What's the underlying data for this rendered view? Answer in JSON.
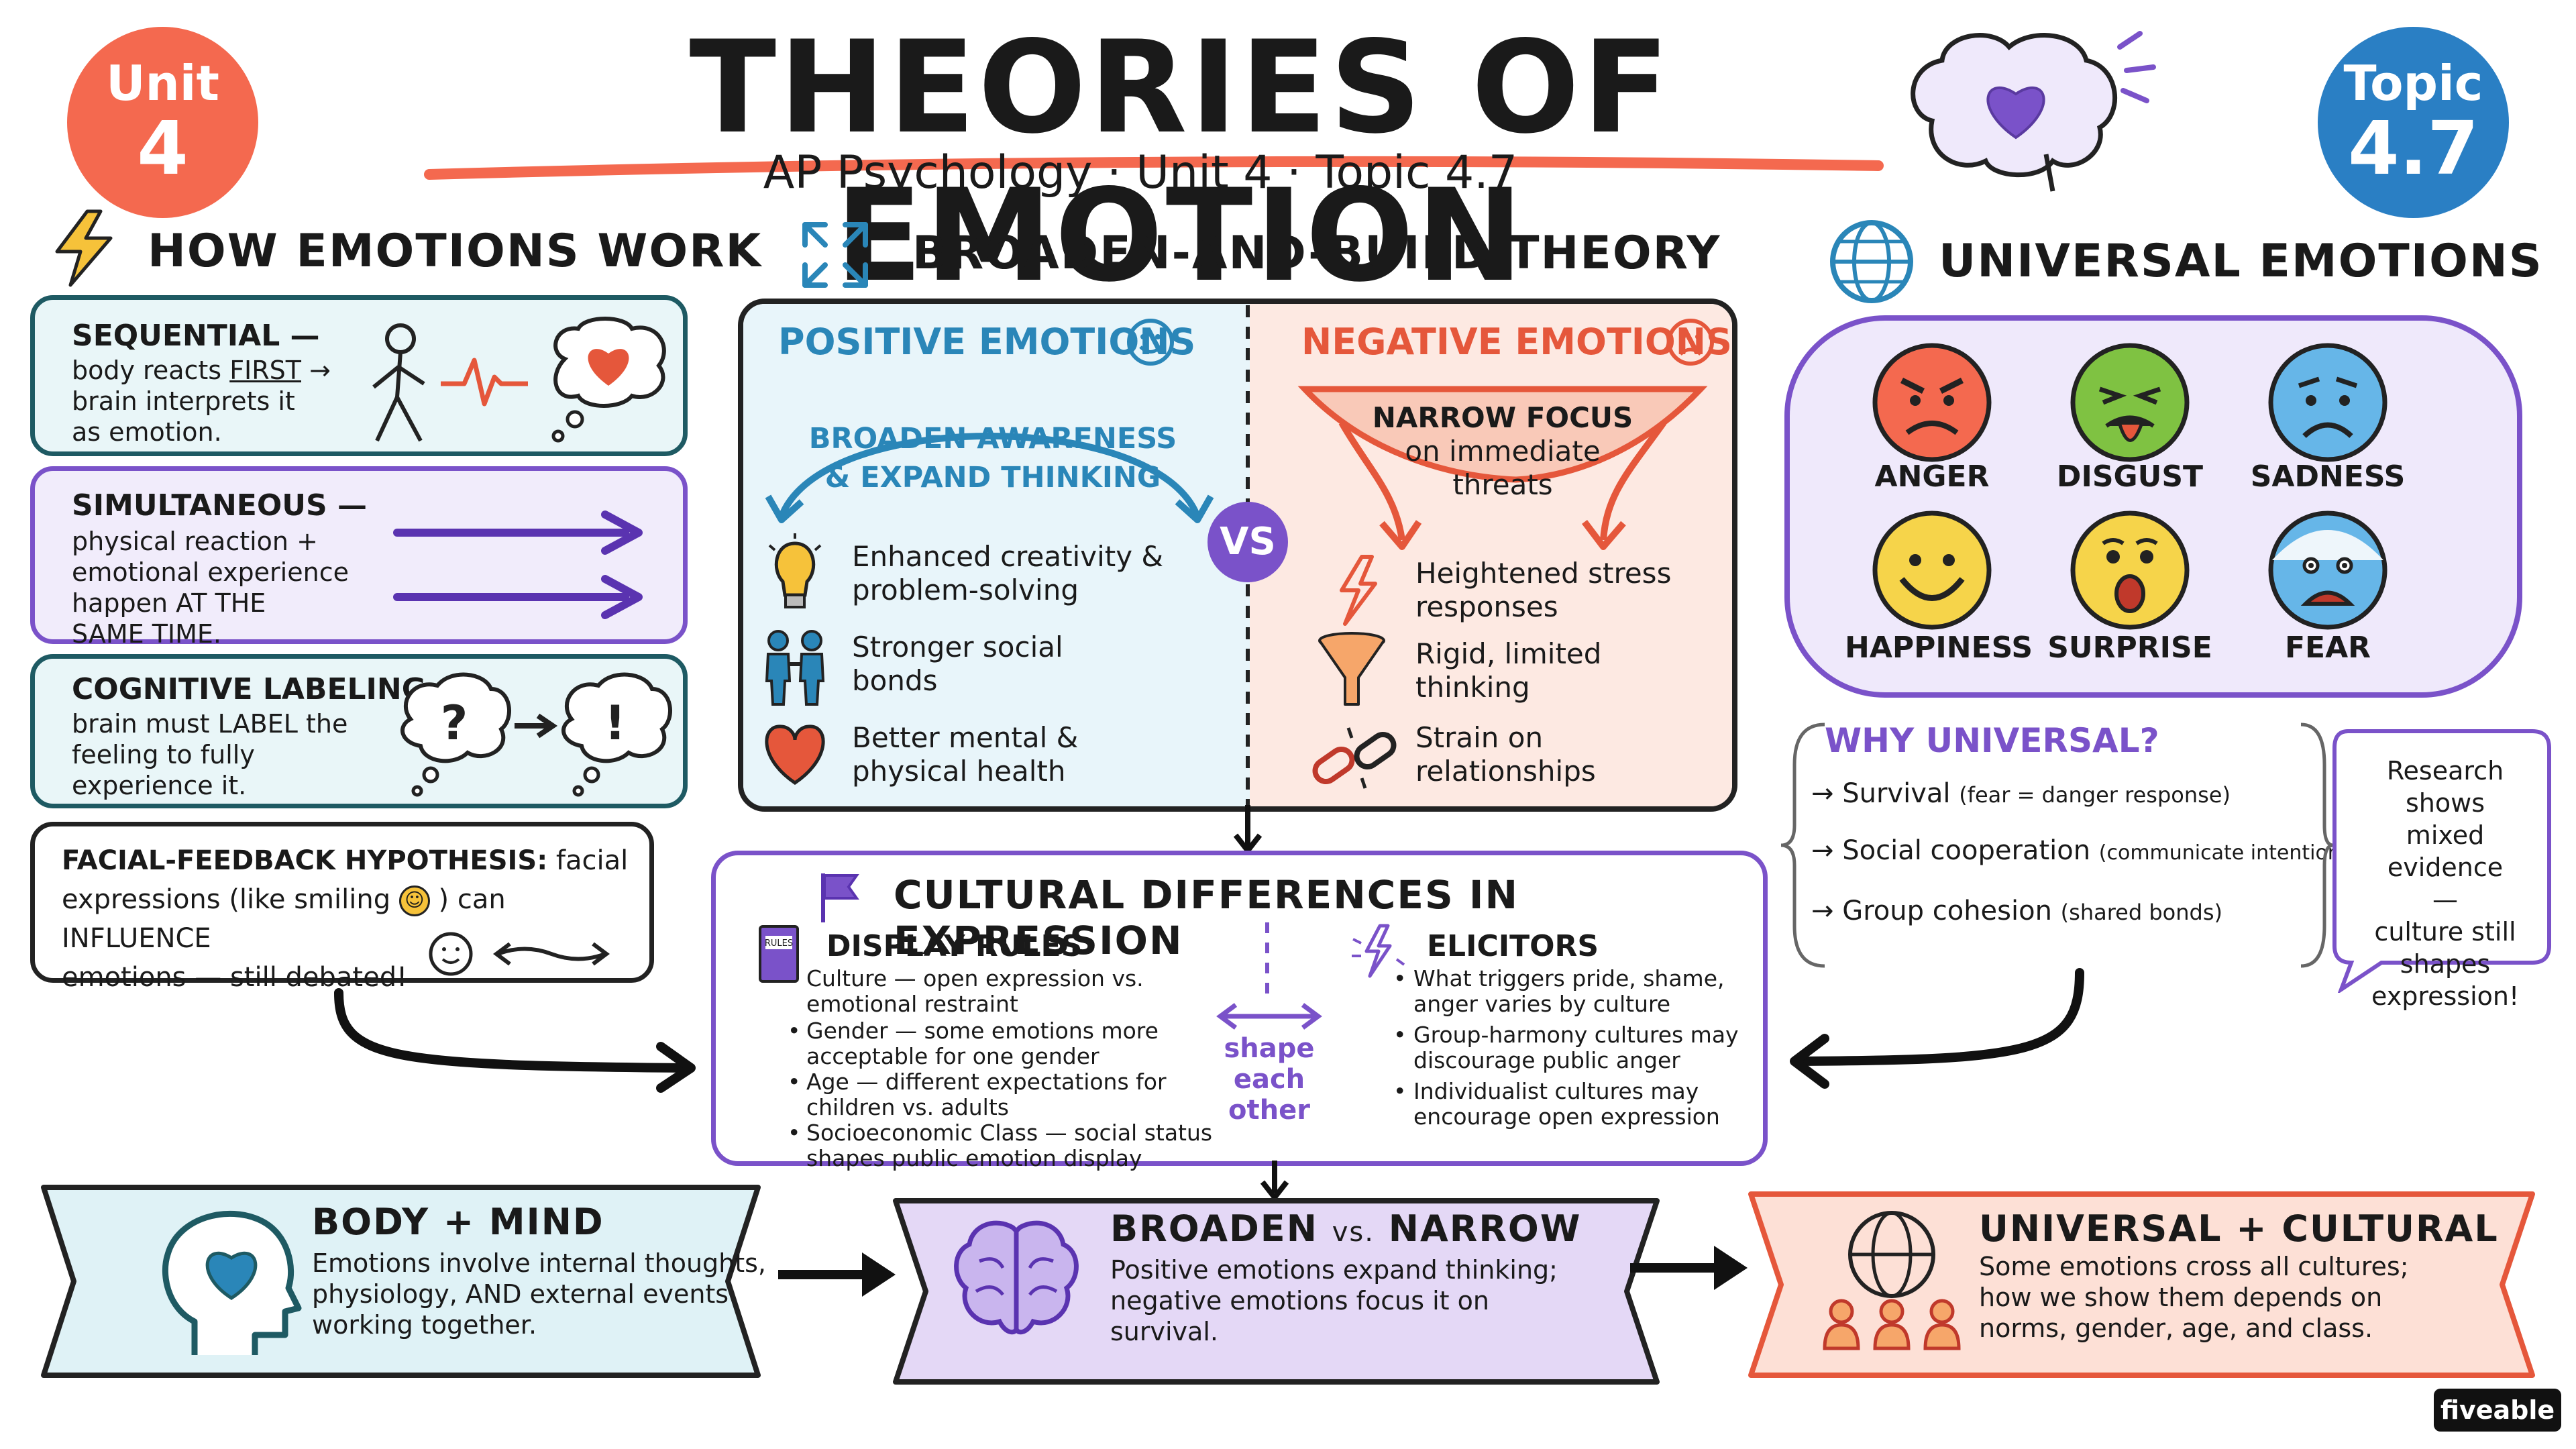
{
  "header": {
    "unit_badge": {
      "line1": "Unit",
      "line2": "4",
      "color": "#f4694f"
    },
    "topic_badge": {
      "line1": "Topic",
      "line2": "4.7",
      "color": "#2a7fc4"
    },
    "title": "THEORIES OF EMOTION",
    "subtitle": "AP Psychology · Unit 4 · Topic 4.7"
  },
  "how_emotions": {
    "heading": "HOW EMOTIONS WORK",
    "sequential": {
      "title": "SEQUENTIAL —",
      "text_a": "body reacts ",
      "text_first": "FIRST",
      "text_b": " →",
      "text_c": "brain interprets it",
      "text_d": "as emotion."
    },
    "simultaneous": {
      "title": "SIMULTANEOUS —",
      "lines": [
        "physical reaction +",
        "emotional experience",
        "happen AT THE",
        "SAME TIME."
      ]
    },
    "cognitive": {
      "title": "COGNITIVE LABELING —",
      "lines": [
        "brain must LABEL the",
        "feeling to fully",
        "experience it."
      ]
    },
    "facial": {
      "title": "FACIAL-FEEDBACK HYPOTHESIS:",
      "title_rest": " facial",
      "line2": "expressions (like smiling",
      "line2b": ") can INFLUENCE",
      "line3": "emotions — still debated!"
    }
  },
  "broaden": {
    "heading": "BROADEN-AND-BUILD THEORY",
    "positive": {
      "title": "POSITIVE EMOTIONS",
      "arc_line1": "BROADEN AWARENESS",
      "arc_line2": "& EXPAND THINKING",
      "items": [
        "Enhanced creativity &",
        "problem-solving",
        "Stronger social",
        "bonds",
        "Better mental &",
        "physical health"
      ]
    },
    "negative": {
      "title": "NEGATIVE EMOTIONS",
      "funnel_line1": "NARROW FOCUS",
      "funnel_line2": "on immediate",
      "funnel_line3": "threats",
      "items": [
        "Heightened stress",
        "responses",
        "Rigid, limited",
        "thinking",
        "Strain on",
        "relationships"
      ]
    },
    "vs": "VS"
  },
  "universal": {
    "heading": "UNIVERSAL EMOTIONS",
    "emotions": [
      "ANGER",
      "DISGUST",
      "SADNESS",
      "HAPPINESS",
      "SURPRISE",
      "FEAR"
    ],
    "why_title": "WHY UNIVERSAL?",
    "reasons": [
      {
        "main": "Survival",
        "note": "(fear = danger response)"
      },
      {
        "main": "Social cooperation",
        "note": "(communicate intentions)"
      },
      {
        "main": "Group cohesion",
        "note": "(shared bonds)"
      }
    ],
    "bubble_lines": [
      "Research",
      "shows mixed",
      "evidence —",
      "culture still",
      "shapes",
      "expression!"
    ]
  },
  "cultural": {
    "heading": "CULTURAL DIFFERENCES IN EXPRESSION",
    "display_rules_title": "DISPLAY RULES",
    "book_label": "RULES",
    "display_rules": [
      [
        "Culture — open expression vs.",
        "emotional restraint"
      ],
      [
        "Gender — some emotions more",
        "acceptable for one gender"
      ],
      [
        "Age — different expectations for",
        "children vs. adults"
      ],
      [
        "Socioeconomic Class — social status",
        "shapes public emotion display"
      ]
    ],
    "shape_lines": [
      "shape",
      "each",
      "other"
    ],
    "elicitors_title": "ELICITORS",
    "elicitors": [
      [
        "What triggers pride, shame,",
        "anger varies by culture"
      ],
      [
        "Group-harmony cultures may",
        "discourage public anger"
      ],
      [
        "Individualist cultures may",
        "encourage open expression"
      ]
    ]
  },
  "banners": [
    {
      "title": "BODY + MIND",
      "lines": [
        "Emotions involve internal thoughts,",
        "physiology, AND external events",
        "working together."
      ]
    },
    {
      "title": "BROADEN",
      "title_vs": "vs.",
      "title_end": "NARROW",
      "lines": [
        "Positive emotions expand thinking;",
        "negative emotions focus it on",
        "survival."
      ]
    },
    {
      "title": "UNIVERSAL + CULTURAL",
      "lines": [
        "Some emotions cross all cultures;",
        "how we show them depends on",
        "norms, gender, age, and class."
      ]
    }
  ],
  "brand": "fiveable",
  "colors": {
    "teal": "#1e5a63",
    "purple": "#7a52c9",
    "orange": "#f4694f",
    "blue": "#2a7fc4",
    "pos_blue": "#2a86b8",
    "neg_red": "#e5573b"
  }
}
